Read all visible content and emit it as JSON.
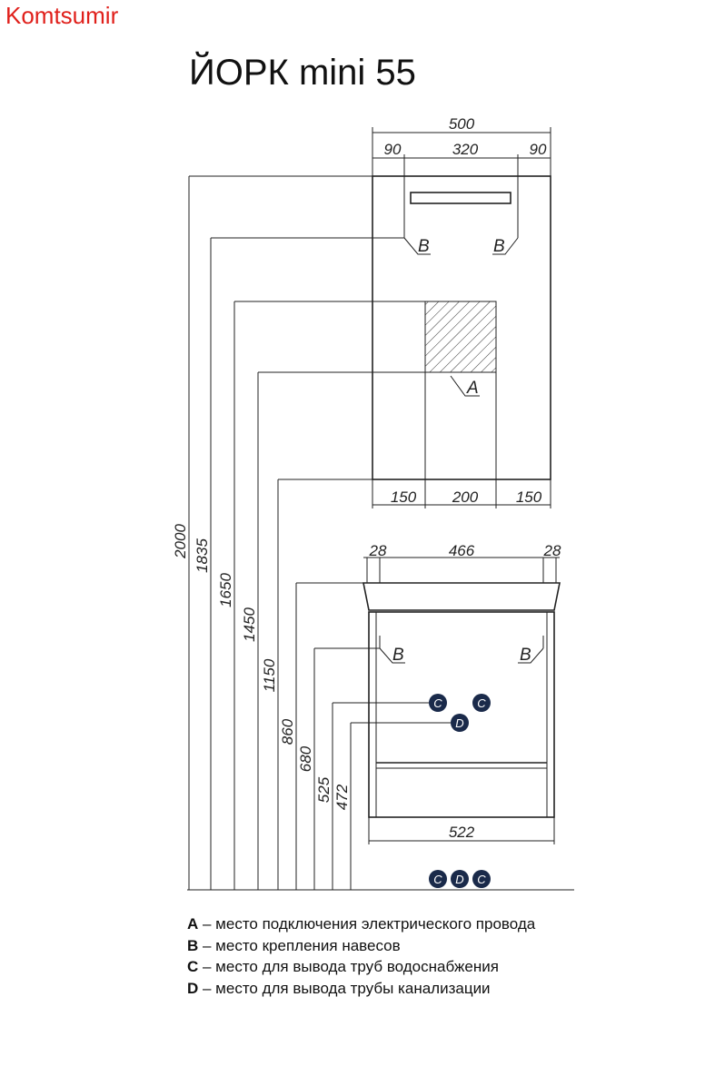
{
  "brand": "Komtsumir",
  "title": "ЙОРК mini 55",
  "mirror": {
    "width_total": "500",
    "top_segments": [
      "90",
      "320",
      "90"
    ],
    "bottom_segments": [
      "150",
      "200",
      "150"
    ]
  },
  "vanity": {
    "top_segments": [
      "28",
      "466",
      "28"
    ],
    "body_width": "522"
  },
  "heights": [
    "2000",
    "1835",
    "1650",
    "1450",
    "1150",
    "860",
    "680",
    "525",
    "472"
  ],
  "markers": {
    "a": "A",
    "b": "B",
    "c": "C",
    "d": "D"
  },
  "legend": [
    {
      "key": "A",
      "text": " – место подключения электрического провода"
    },
    {
      "key": "B",
      "text": " – место крепления навесов"
    },
    {
      "key": "C",
      "text": " – место для вывода труб водоснабжения"
    },
    {
      "key": "D",
      "text": " – место для вывода трубы канализации"
    }
  ],
  "colors": {
    "brand": "#e0201b",
    "marker_fill": "#1a2a4a",
    "line": "#222222"
  }
}
